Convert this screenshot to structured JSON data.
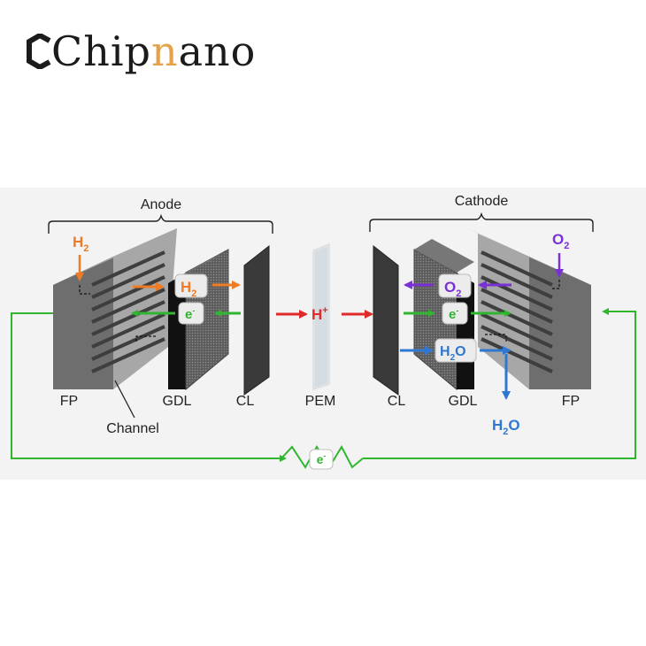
{
  "brand": {
    "prefix": "Chip",
    "accent_letter": "n",
    "suffix": "ano",
    "accent_color": "#e5a24a"
  },
  "sections": {
    "anode": "Anode",
    "cathode": "Cathode"
  },
  "components": {
    "fp_left": "FP",
    "gdl_left": "GDL",
    "cl_left": "CL",
    "pem": "PEM",
    "cl_right": "CL",
    "gdl_right": "GDL",
    "fp_right": "FP",
    "channel": "Channel"
  },
  "species": {
    "h2": {
      "base": "H",
      "sub": "2"
    },
    "o2": {
      "base": "O",
      "sub": "2"
    },
    "h2o": {
      "base": "H",
      "sub": "2",
      "tail": "O"
    },
    "electron": {
      "base": "e",
      "sup": "-"
    },
    "proton": {
      "base": "H",
      "sup": "+"
    }
  },
  "colors": {
    "hydrogen": "#ef7b24",
    "electron": "#2fb52f",
    "proton": "#e02a2a",
    "oxygen": "#7b2fd6",
    "water": "#2e78d2",
    "circuit": "#2fb52f",
    "plate_front": "#6a6a6a",
    "plate_side": "#8c8c8c",
    "layer_dark": "#333333"
  }
}
